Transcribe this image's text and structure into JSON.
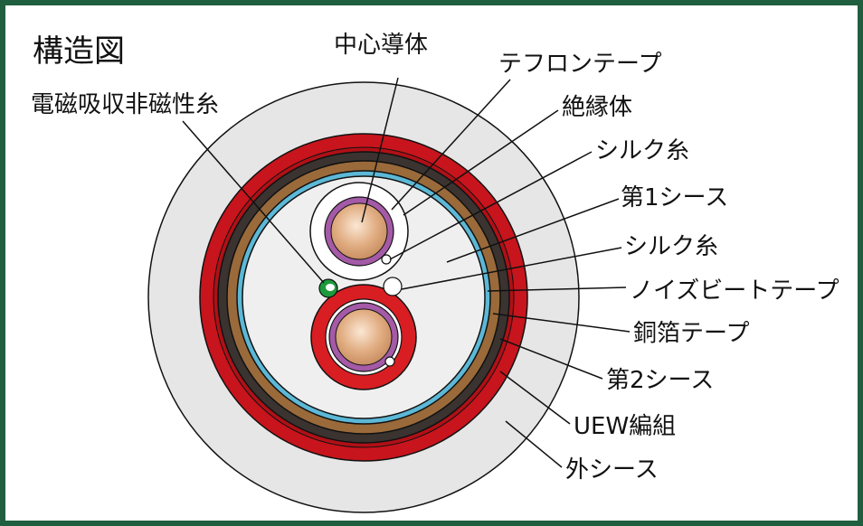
{
  "title": "構造図",
  "labels": {
    "center_conductor": "中心導体",
    "teflon_tape": "テフロンテープ",
    "insulator": "絶縁体",
    "silk_thread_1": "シルク糸",
    "first_sheath": "第1シース",
    "silk_thread_2": "シルク糸",
    "noise_beat_tape": "ノイズビートテープ",
    "copper_foil_tape": "銅箔テープ",
    "second_sheath": "第2シース",
    "uew_braid": "UEW編組",
    "outer_sheath": "外シース",
    "emi_thread": "電磁吸収非磁性糸"
  },
  "colors": {
    "frame": "#1f5f3f",
    "outer_sheath": "#e6e6e6",
    "uew_braid": "#c8141c",
    "second_sheath": "#3a3330",
    "copper_foil": "#9a6a3a",
    "noise_beat": "#5cb8d6",
    "first_sheath": "#efefef",
    "conductor": "#d9a57a",
    "teflon": "#a45aa6",
    "red_insulator": "#d81e22",
    "emi_thread": "#1e9a3c"
  }
}
